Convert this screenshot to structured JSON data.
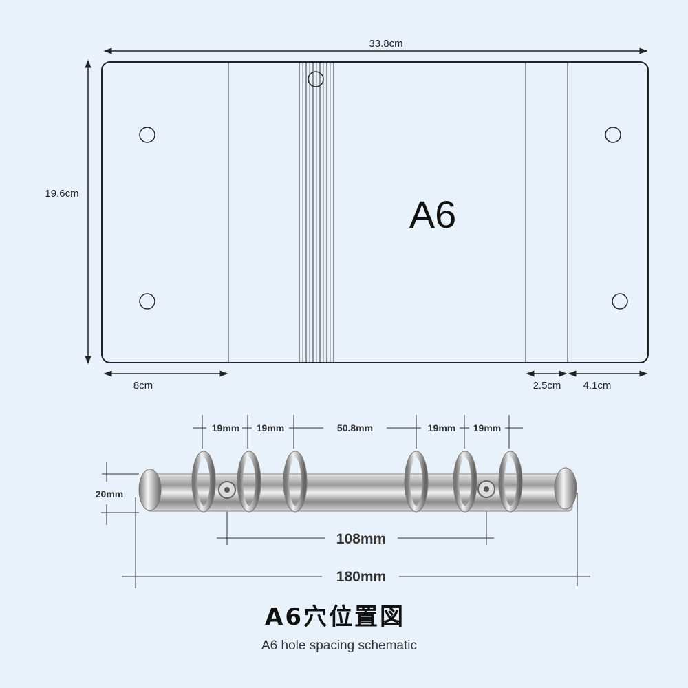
{
  "cover": {
    "width_label": "33.8cm",
    "height_label": "19.6cm",
    "size_label": "A6",
    "left_flap_label": "8cm",
    "right_gap_label": "2.5cm",
    "right_flap_label": "4.1cm"
  },
  "mechanism": {
    "ring_spacing": [
      "19mm",
      "19mm",
      "50.8mm",
      "19mm",
      "19mm"
    ],
    "height_label": "20mm",
    "rivet_spacing_label": "108mm",
    "length_label": "180mm"
  },
  "title": "A6穴位置図",
  "subtitle": "A6 hole spacing schematic",
  "colors": {
    "background": "#e9f1fb",
    "line": "#222222",
    "metal": "#c9c9c9"
  }
}
